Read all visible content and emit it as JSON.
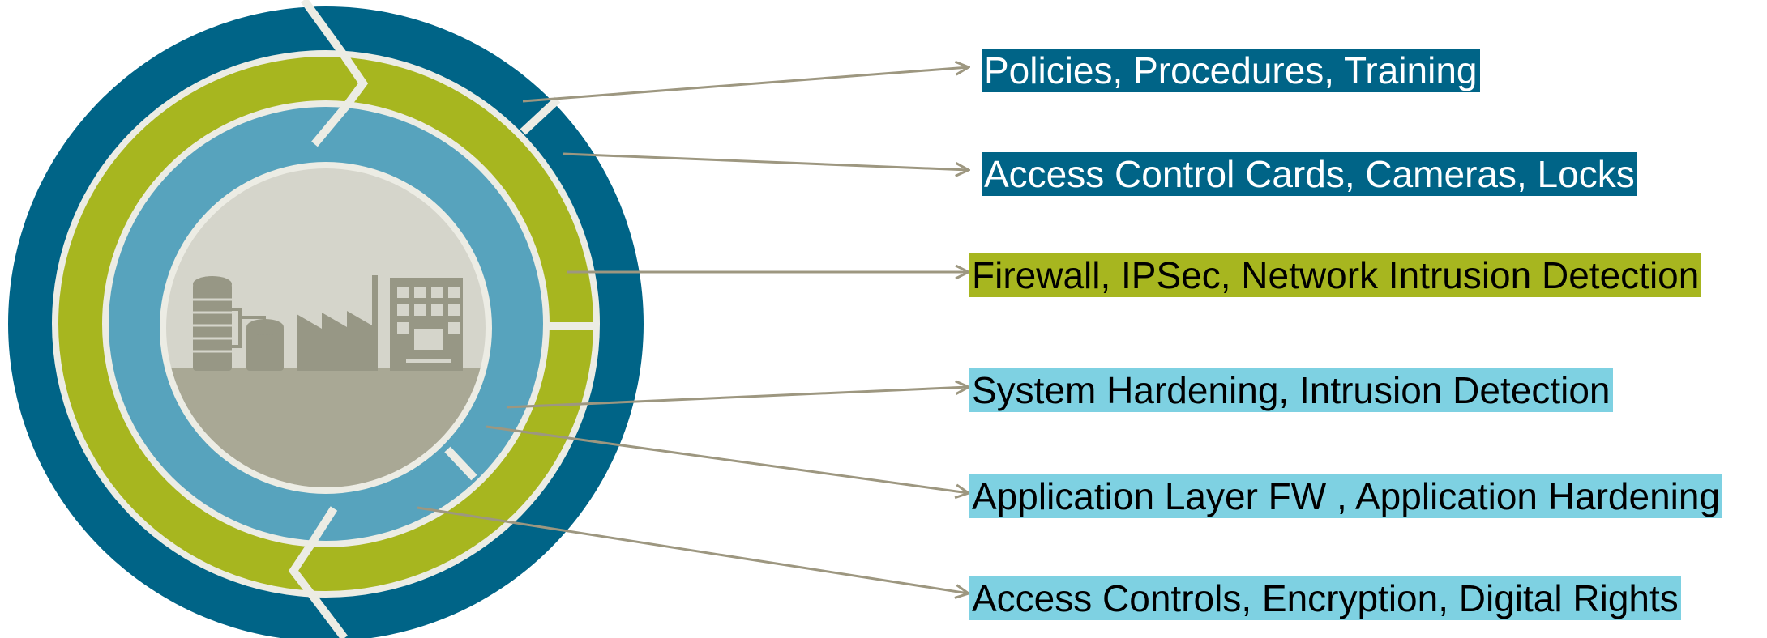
{
  "colors": {
    "outer_ring": "#006487",
    "green_ring": "#a7b61f",
    "light_blue_ring": "#57a3bd",
    "separator": "#ecece4",
    "core": "#d5d5cb",
    "ground": "#a9a895",
    "buildings": "#979785",
    "arrow": "#9d9780",
    "label_dark_bg": "#006487",
    "label_green_bg": "#a7b61f",
    "label_light_bg": "#7ed1e2"
  },
  "core_icon": "industrial-plant-icon",
  "labels": [
    {
      "id": "policies",
      "text": "Policies, Procedures, Training",
      "style": "dark",
      "bg": "#006487"
    },
    {
      "id": "physical",
      "text": "Access Control Cards, Cameras, Locks",
      "style": "dark",
      "bg": "#006487"
    },
    {
      "id": "network",
      "text": "Firewall, IPSec, Network Intrusion Detection",
      "style": "light",
      "bg": "#a7b61f"
    },
    {
      "id": "system",
      "text": "System Hardening, Intrusion Detection",
      "style": "light",
      "bg": "#7ed1e2"
    },
    {
      "id": "application",
      "text": "Application Layer FW , Application Hardening",
      "style": "light",
      "bg": "#7ed1e2"
    },
    {
      "id": "data",
      "text": "Access Controls, Encryption, Digital Rights",
      "style": "light",
      "bg": "#7ed1e2"
    }
  ]
}
